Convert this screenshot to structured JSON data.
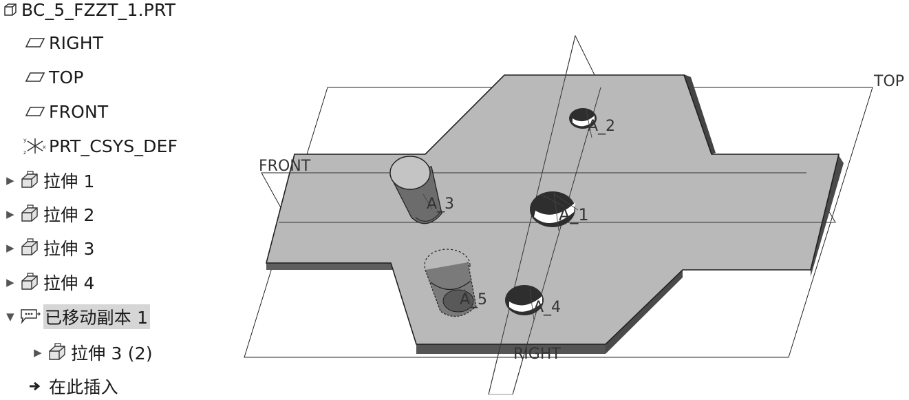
{
  "model_tree": {
    "root_label": "BC_5_FZZT_1.PRT",
    "items": [
      {
        "label": "RIGHT",
        "type": "datum-plane"
      },
      {
        "label": "TOP",
        "type": "datum-plane"
      },
      {
        "label": "FRONT",
        "type": "datum-plane"
      },
      {
        "label": "PRT_CSYS_DEF",
        "type": "csys"
      },
      {
        "label": "拉伸 1",
        "type": "extrude",
        "expander": "▶"
      },
      {
        "label": "拉伸 2",
        "type": "extrude",
        "expander": "▶"
      },
      {
        "label": "拉伸 3",
        "type": "extrude",
        "expander": "▶"
      },
      {
        "label": "拉伸 4",
        "type": "extrude",
        "expander": "▶"
      },
      {
        "label": "已移动副本 1",
        "type": "moved-copy",
        "expander": "▼",
        "selected": true
      },
      {
        "label": "拉伸 3 (2)",
        "type": "extrude",
        "expander": "▶"
      },
      {
        "label": "在此插入",
        "type": "insert-here"
      }
    ]
  },
  "viewport": {
    "datum_labels": {
      "top": "TOP",
      "front": "FRONT",
      "right": "RIGHT"
    },
    "axis_labels": {
      "a1": "A_1",
      "a2": "A_2",
      "a3": "A_3",
      "a4": "A_4",
      "a5": "A_5"
    }
  }
}
